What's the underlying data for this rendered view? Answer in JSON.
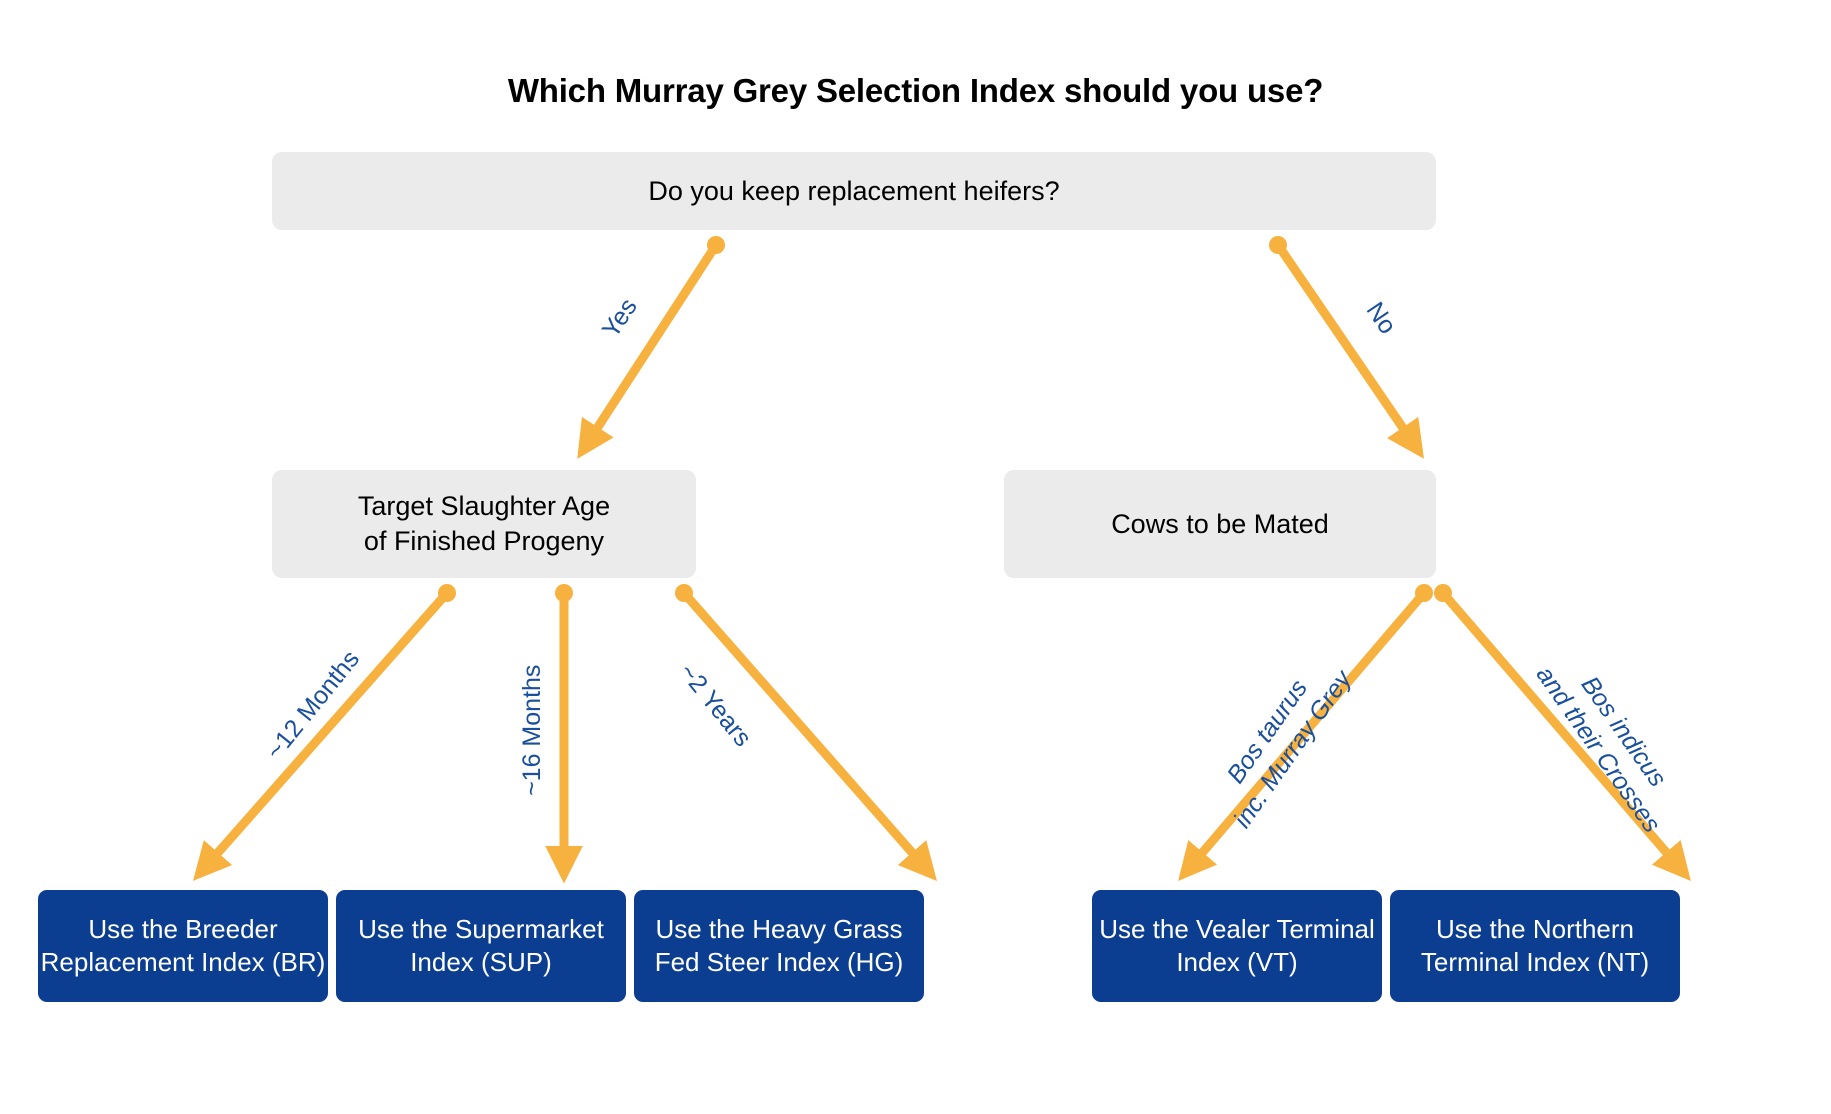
{
  "title": "Which Murray Grey Selection Index should you use?",
  "colors": {
    "arrow": "#f7b13f",
    "edge_label_text": "#1a4f9c",
    "question_box_bg": "#ebebeb",
    "question_box_text": "#000000",
    "outcome_box_bg": "#0b3d91",
    "outcome_box_text": "#ffffff",
    "page_bg": "#ffffff",
    "title_text": "#000000"
  },
  "nodes": {
    "root": "Do you keep replacement heifers?",
    "slaughter_age": "Target Slaughter Age\nof Finished Progeny",
    "cows_mated": "Cows to be Mated",
    "breeder_replacement": "Use the Breeder\nReplacement Index (BR)",
    "supermarket": "Use the Supermarket\nIndex (SUP)",
    "heavy_grass": "Use the Heavy Grass\nFed Steer Index (HG)",
    "vealer_terminal": "Use the Vealer Terminal\nIndex (VT)",
    "northern_terminal": "Use the Northern\nTerminal Index (NT)"
  },
  "edge_labels": {
    "yes": "Yes",
    "no": "No",
    "twelve_months": "~12 Months",
    "sixteen_months": "~16 Months",
    "two_years": "~2 Years",
    "bos_taurus": "Bos taurus\ninc. Murray Grey",
    "bos_indicus": "Bos indicus\nand their Crosses"
  },
  "edges": [
    {
      "from": "root",
      "to": "slaughter_age",
      "label": "Yes"
    },
    {
      "from": "root",
      "to": "cows_mated",
      "label": "No"
    },
    {
      "from": "slaughter_age",
      "to": "breeder_replacement",
      "label": "~12 Months"
    },
    {
      "from": "slaughter_age",
      "to": "supermarket",
      "label": "~16 Months"
    },
    {
      "from": "slaughter_age",
      "to": "heavy_grass",
      "label": "~2 Years"
    },
    {
      "from": "cows_mated",
      "to": "vealer_terminal",
      "label": "Bos taurus inc. Murray Grey"
    },
    {
      "from": "cows_mated",
      "to": "northern_terminal",
      "label": "Bos indicus and their Crosses"
    }
  ]
}
